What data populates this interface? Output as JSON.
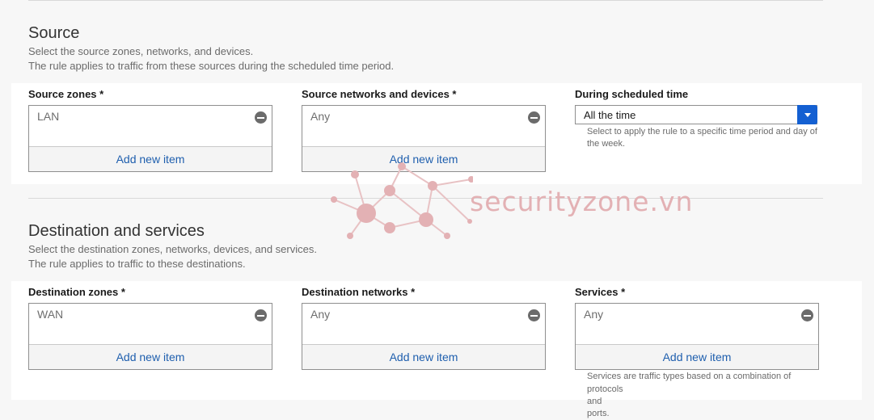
{
  "source": {
    "title": "Source",
    "desc1": "Select the source zones, networks, and devices.",
    "desc2": "The rule applies to traffic from these sources during the scheduled time period.",
    "zones": {
      "label": "Source zones *",
      "item": "LAN",
      "add": "Add new item"
    },
    "networks": {
      "label": "Source networks and devices *",
      "item": "Any",
      "add": "Add new item"
    },
    "schedule": {
      "label": "During scheduled time",
      "value": "All the time",
      "help1": "Select to apply the rule to a specific time period and day of",
      "help2": "the week."
    }
  },
  "destination": {
    "title": "Destination and services",
    "desc1": "Select the destination zones, networks, devices, and services.",
    "desc2": "The rule applies to traffic to these destinations.",
    "zones": {
      "label": "Destination zones *",
      "item": "WAN",
      "add": "Add new item"
    },
    "networks": {
      "label": "Destination networks *",
      "item": "Any",
      "add": "Add new item"
    },
    "services": {
      "label": "Services *",
      "item": "Any",
      "add": "Add new item",
      "help1": "Services are traffic types based on a combination of",
      "help2": "protocols and ports."
    }
  },
  "watermark": {
    "text": "securityzone.vn"
  },
  "colors": {
    "accent": "#1460d2",
    "link": "#1f5fae",
    "watermark": "#e3b1b4"
  }
}
